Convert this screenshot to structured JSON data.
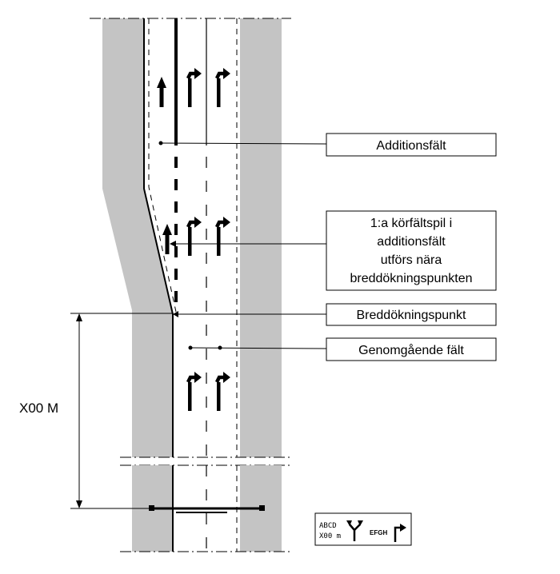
{
  "labels": {
    "additionsfalt": "Additionsfält",
    "korfaltspil_line1": "1:a körfältspil i",
    "korfaltspil_line2": "additionsfält",
    "korfaltspil_line3": "utförs nära",
    "korfaltspil_line4": "breddökningspunkten",
    "breddokningspunkt": "Breddökningspunkt",
    "genomgaende": "Genomgående fält"
  },
  "dimension": {
    "label": "X00 M"
  },
  "sign": {
    "line1": "ABCD",
    "line2": "X00 m",
    "destination": "EFGH"
  },
  "colors": {
    "shoulder": "#c4c4c4",
    "road": "#ffffff",
    "line": "#000000"
  }
}
